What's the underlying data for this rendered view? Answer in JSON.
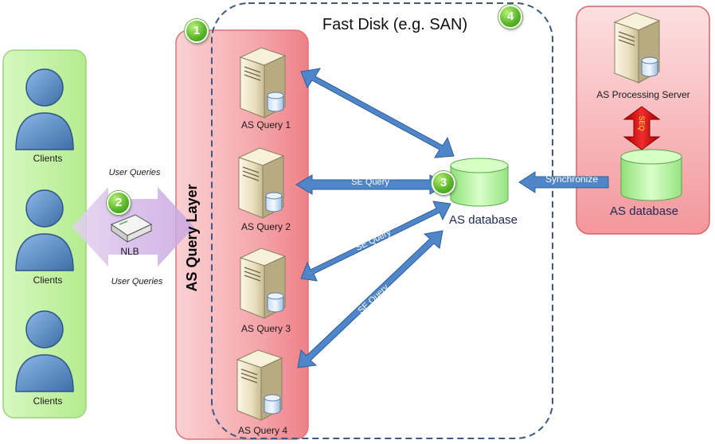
{
  "clients": {
    "labels": [
      "Clients",
      "Clients",
      "Clients"
    ]
  },
  "nlb": {
    "label": "NLB",
    "user_queries_top": "User Queries",
    "user_queries_bottom": "User Queries"
  },
  "query_layer": {
    "title": "AS Query Layer",
    "servers": [
      "AS Query 1",
      "AS Query 2",
      "AS Query 3",
      "AS Query 4"
    ]
  },
  "fast_disk": {
    "title": "Fast Disk (e.g. SAN)"
  },
  "database": {
    "label": "AS database"
  },
  "se_query_labels": [
    "SE Query",
    "SE Query",
    "SE Query",
    "SE Query"
  ],
  "synchronize": {
    "label": "Synchronize"
  },
  "processing": {
    "server_label": "AS Processing Server",
    "seq_label": "SEQ",
    "database_label": "AS database"
  },
  "badges": [
    "1",
    "2",
    "3",
    "4"
  ],
  "colors": {
    "client_panel": "#ccf5b3",
    "query_panel": "#f4a0a4",
    "processing_panel": "#f7b7bb",
    "arrow_blue": "#4f86c9",
    "disk_border": "#3e5a80"
  }
}
